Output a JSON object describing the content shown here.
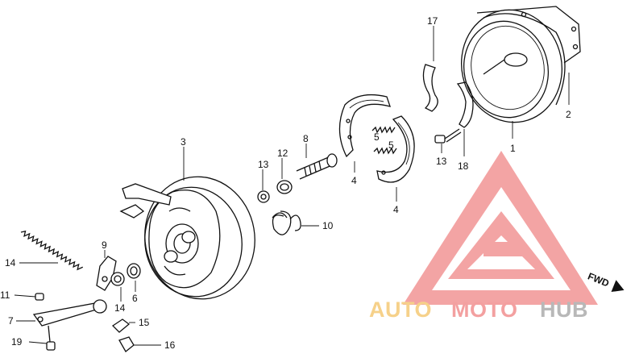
{
  "diagram": {
    "callouts": [
      {
        "id": "c1",
        "text": "1"
      },
      {
        "id": "c2",
        "text": "2"
      },
      {
        "id": "c3",
        "text": "3"
      },
      {
        "id": "c4a",
        "text": "4"
      },
      {
        "id": "c4b",
        "text": "4"
      },
      {
        "id": "c5a",
        "text": "5"
      },
      {
        "id": "c5b",
        "text": "5"
      },
      {
        "id": "c6",
        "text": "6"
      },
      {
        "id": "c7",
        "text": "7"
      },
      {
        "id": "c8",
        "text": "8"
      },
      {
        "id": "c9",
        "text": "9"
      },
      {
        "id": "c10",
        "text": "10"
      },
      {
        "id": "c11",
        "text": "11"
      },
      {
        "id": "c12",
        "text": "12"
      },
      {
        "id": "c13a",
        "text": "13"
      },
      {
        "id": "c13b",
        "text": "13"
      },
      {
        "id": "c14a",
        "text": "14"
      },
      {
        "id": "c14b",
        "text": "14"
      },
      {
        "id": "c15",
        "text": "15"
      },
      {
        "id": "c16",
        "text": "16"
      },
      {
        "id": "c17",
        "text": "17"
      },
      {
        "id": "c18",
        "text": "18"
      },
      {
        "id": "c19",
        "text": "19"
      }
    ],
    "direction_label": "FWD"
  },
  "watermark": {
    "part1": "AUTO",
    "part2": "MOTO",
    "part3": "HUB",
    "colors": {
      "logo": "#f3a0a0",
      "auto": "#f6d18a",
      "moto": "#f3a0a0",
      "hub": "#b8b8b8"
    }
  }
}
